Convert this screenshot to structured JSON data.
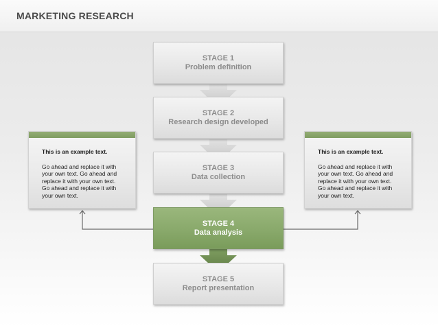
{
  "header": {
    "title": "MARKETING RESEARCH"
  },
  "stages": [
    {
      "label": "STAGE 1",
      "text": "Problem definition"
    },
    {
      "label": "STAGE 2",
      "text": "Research design developed"
    },
    {
      "label": "STAGE 3",
      "text": "Data collection"
    },
    {
      "label": "STAGE 4",
      "text": "Data analysis"
    },
    {
      "label": "STAGE 5",
      "text": "Report presentation"
    }
  ],
  "notes": {
    "left": {
      "heading": "This is an example text.",
      "text": "Go ahead and replace it with\nyour own text. Go ahead and\nreplace it with your own text.\nGo ahead and replace it with\nyour own text."
    },
    "right": {
      "heading": "This is an example text.",
      "text": "Go ahead and replace it with\nyour own text. Go ahead and\nreplace it with your own text.\nGo ahead and replace it with\nyour own text."
    }
  },
  "colors": {
    "accent_green": "#89a96b",
    "stage_gray": "#e8e8e8",
    "arrow_gray": "#d2d2d2",
    "connector": "#6a6a6a"
  }
}
